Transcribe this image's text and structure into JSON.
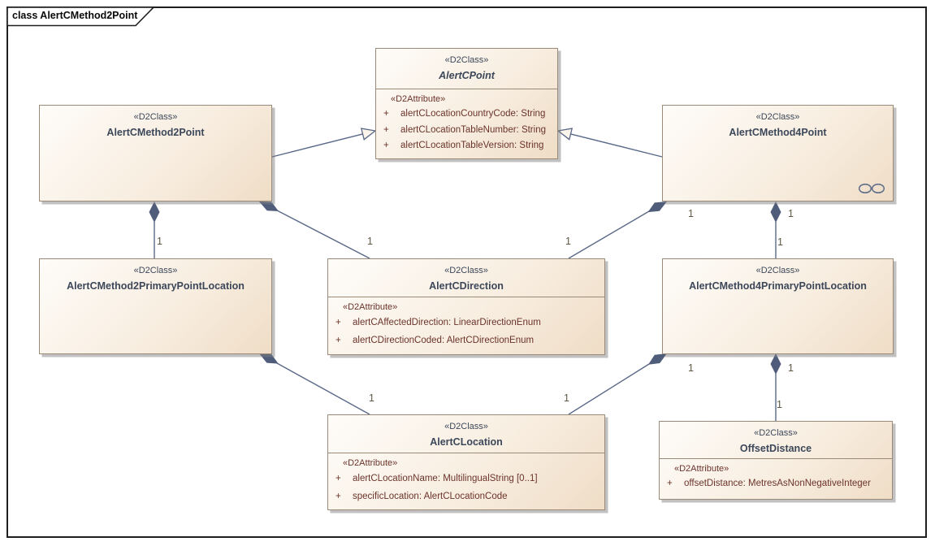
{
  "frame": {
    "title": "class AlertCMethod2Point"
  },
  "colors": {
    "box_fill_light": "#fefcf9",
    "box_fill_dark": "#efddc6",
    "box_border": "#9b8a77",
    "class_text": "#3c4759",
    "attribute_text": "#6b332a",
    "connector": "#5a6987",
    "multiplicity_text": "#5f5742",
    "frame_border": "#1f1f1f"
  },
  "icons": {
    "alertcmethod4point_badge": "glasses-icon"
  },
  "classes": [
    {
      "stereotype": "«D2Class»",
      "name": "AlertCPoint",
      "abstract": true,
      "attr_header": "«D2Attribute»",
      "attributes": [
        {
          "vis": "+",
          "text": "alertCLocationCountryCode: String"
        },
        {
          "vis": "+",
          "text": "alertCLocationTableNumber: String"
        },
        {
          "vis": "+",
          "text": "alertCLocationTableVersion: String"
        }
      ]
    },
    {
      "stereotype": "«D2Class»",
      "name": "AlertCMethod2Point"
    },
    {
      "stereotype": "«D2Class»",
      "name": "AlertCMethod4Point"
    },
    {
      "stereotype": "«D2Class»",
      "name": "AlertCMethod2PrimaryPointLocation"
    },
    {
      "stereotype": "«D2Class»",
      "name": "AlertCDirection",
      "attr_header": "«D2Attribute»",
      "attributes": [
        {
          "vis": "+",
          "text": "alertCAffectedDirection: LinearDirectionEnum"
        },
        {
          "vis": "+",
          "text": "alertCDirectionCoded: AlertCDirectionEnum"
        }
      ]
    },
    {
      "stereotype": "«D2Class»",
      "name": "AlertCMethod4PrimaryPointLocation"
    },
    {
      "stereotype": "«D2Class»",
      "name": "AlertCLocation",
      "attr_header": "«D2Attribute»",
      "attributes": [
        {
          "vis": "+",
          "text": "alertCLocationName: MultilingualString [0..1]"
        },
        {
          "vis": "+",
          "text": "specificLocation: AlertCLocationCode"
        }
      ]
    },
    {
      "stereotype": "«D2Class»",
      "name": "OffsetDistance",
      "attr_header": "«D2Attribute»",
      "attributes": [
        {
          "vis": "+",
          "text": "offsetDistance: MetresAsNonNegativeInteger"
        }
      ]
    }
  ],
  "connectors": [
    {
      "type": "generalization",
      "from": "AlertCMethod2Point",
      "to": "AlertCPoint"
    },
    {
      "type": "generalization",
      "from": "AlertCMethod4Point",
      "to": "AlertCPoint"
    },
    {
      "type": "composition",
      "from": "AlertCMethod2Point",
      "to": "AlertCMethod2PrimaryPointLocation",
      "target_mult": "1"
    },
    {
      "type": "composition",
      "from": "AlertCMethod2Point",
      "to": "AlertCDirection",
      "target_mult": "1"
    },
    {
      "type": "composition",
      "from": "AlertCMethod4Point",
      "to": "AlertCDirection",
      "source_mult": "1",
      "target_mult": "1"
    },
    {
      "type": "composition",
      "from": "AlertCMethod4Point",
      "to": "AlertCMethod4PrimaryPointLocation",
      "source_mult": "1",
      "target_mult": "1"
    },
    {
      "type": "composition",
      "from": "AlertCMethod2PrimaryPointLocation",
      "to": "AlertCLocation",
      "target_mult": "1"
    },
    {
      "type": "composition",
      "from": "AlertCMethod4PrimaryPointLocation",
      "to": "AlertCLocation",
      "source_mult": "1",
      "target_mult": "1"
    },
    {
      "type": "composition",
      "from": "AlertCMethod4PrimaryPointLocation",
      "to": "OffsetDistance",
      "source_mult": "1",
      "target_mult": "1"
    }
  ]
}
